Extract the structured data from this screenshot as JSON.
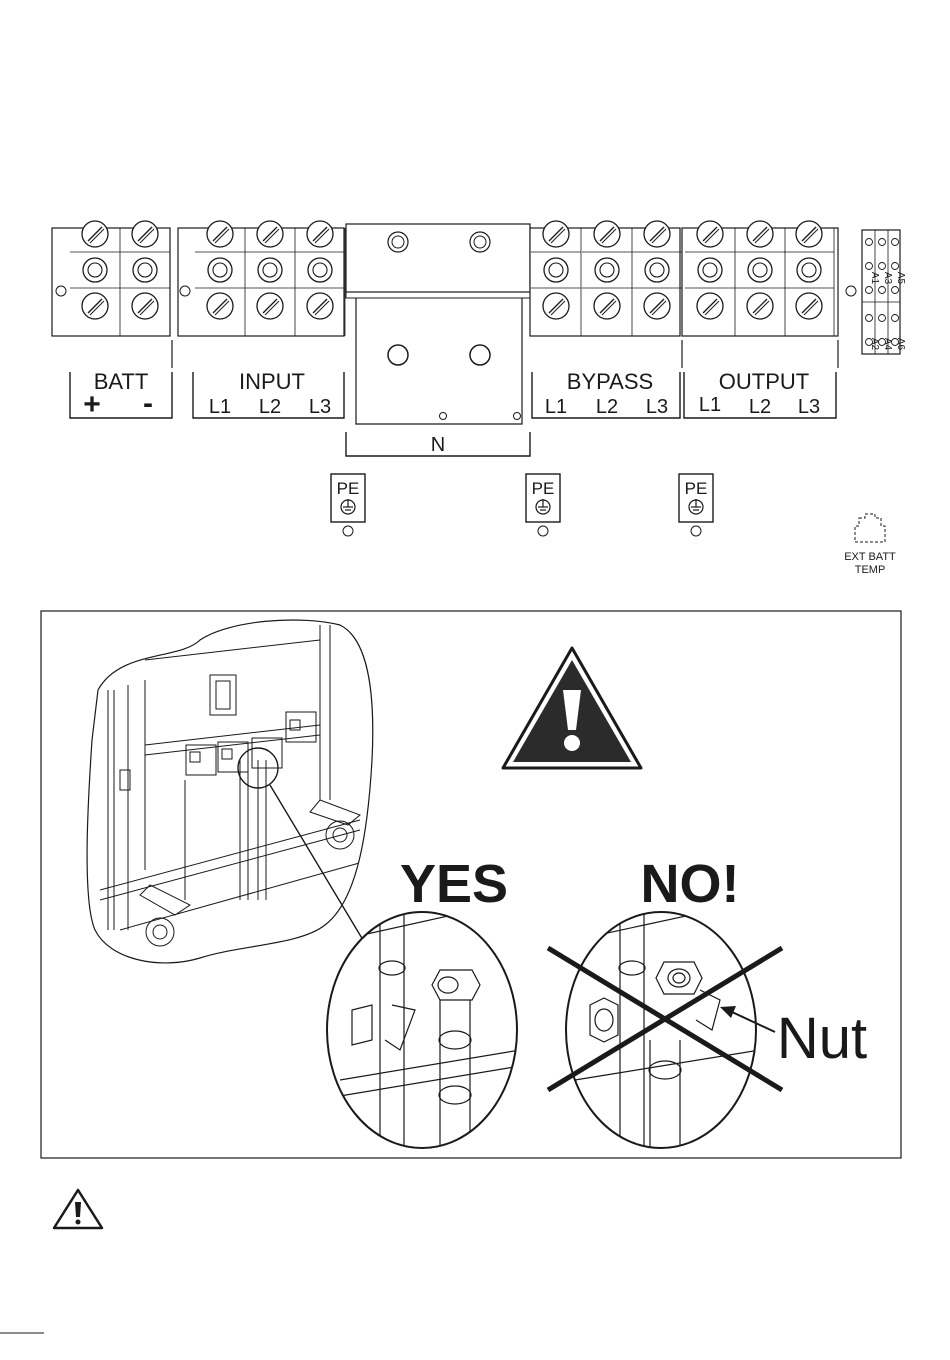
{
  "terminal_groups": {
    "batt": {
      "title": "BATT",
      "pos": "+",
      "neg": "-"
    },
    "input": {
      "title": "INPUT",
      "l1": "L1",
      "l2": "L2",
      "l3": "L3"
    },
    "neutral": {
      "title": "N"
    },
    "bypass": {
      "title": "BYPASS",
      "l1": "L1",
      "l2": "L2",
      "l3": "L3"
    },
    "output": {
      "title": "OUTPUT",
      "l1": "L1",
      "l2": "L2",
      "l3": "L3"
    }
  },
  "pe_label": "PE",
  "aux_terminals": {
    "top_labels": [
      "A1",
      "A3",
      "A5"
    ],
    "bottom_labels": [
      "A2",
      "A4",
      "A6"
    ]
  },
  "ext_batt_temp": {
    "line1": "EXT BATT",
    "line2": "TEMP"
  },
  "detail_panel": {
    "yes_label": "YES",
    "no_label": "NO!",
    "nut_label": "Nut"
  },
  "colors": {
    "ink": "#1a1a1a",
    "warning_fill": "#2b2b2b"
  }
}
